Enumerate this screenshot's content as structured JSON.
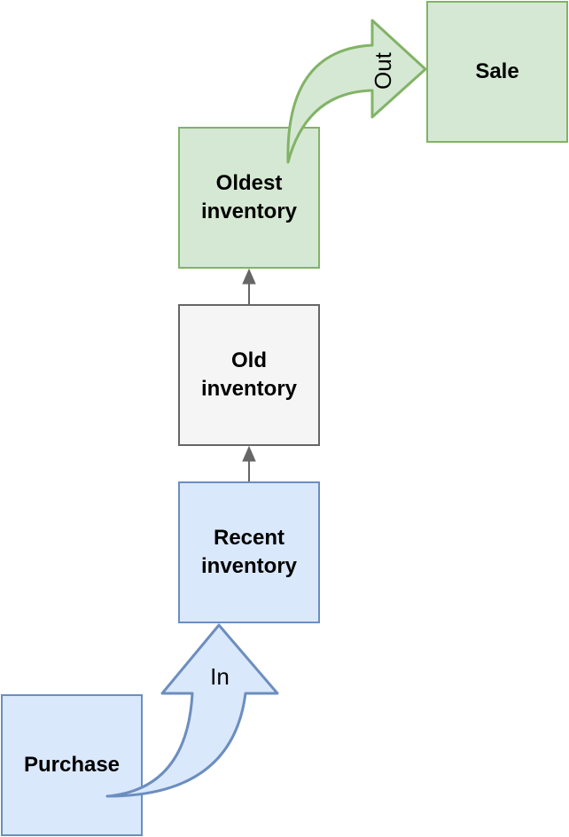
{
  "nodes": {
    "sale": {
      "label": "Sale",
      "fill": "#d5e8d4",
      "stroke": "#82b366"
    },
    "oldest": {
      "label": "Oldest\ninventory",
      "fill": "#d5e8d4",
      "stroke": "#82b366"
    },
    "old": {
      "label": "Old\ninventory",
      "fill": "#f5f5f5",
      "stroke": "#666666"
    },
    "recent": {
      "label": "Recent\ninventory",
      "fill": "#dae8fc",
      "stroke": "#6c8ebf"
    },
    "purchase": {
      "label": "Purchase",
      "fill": "#dae8fc",
      "stroke": "#6c8ebf"
    }
  },
  "arrows": {
    "in_label": "In",
    "out_label": "Out",
    "connector_color": "#666666"
  }
}
